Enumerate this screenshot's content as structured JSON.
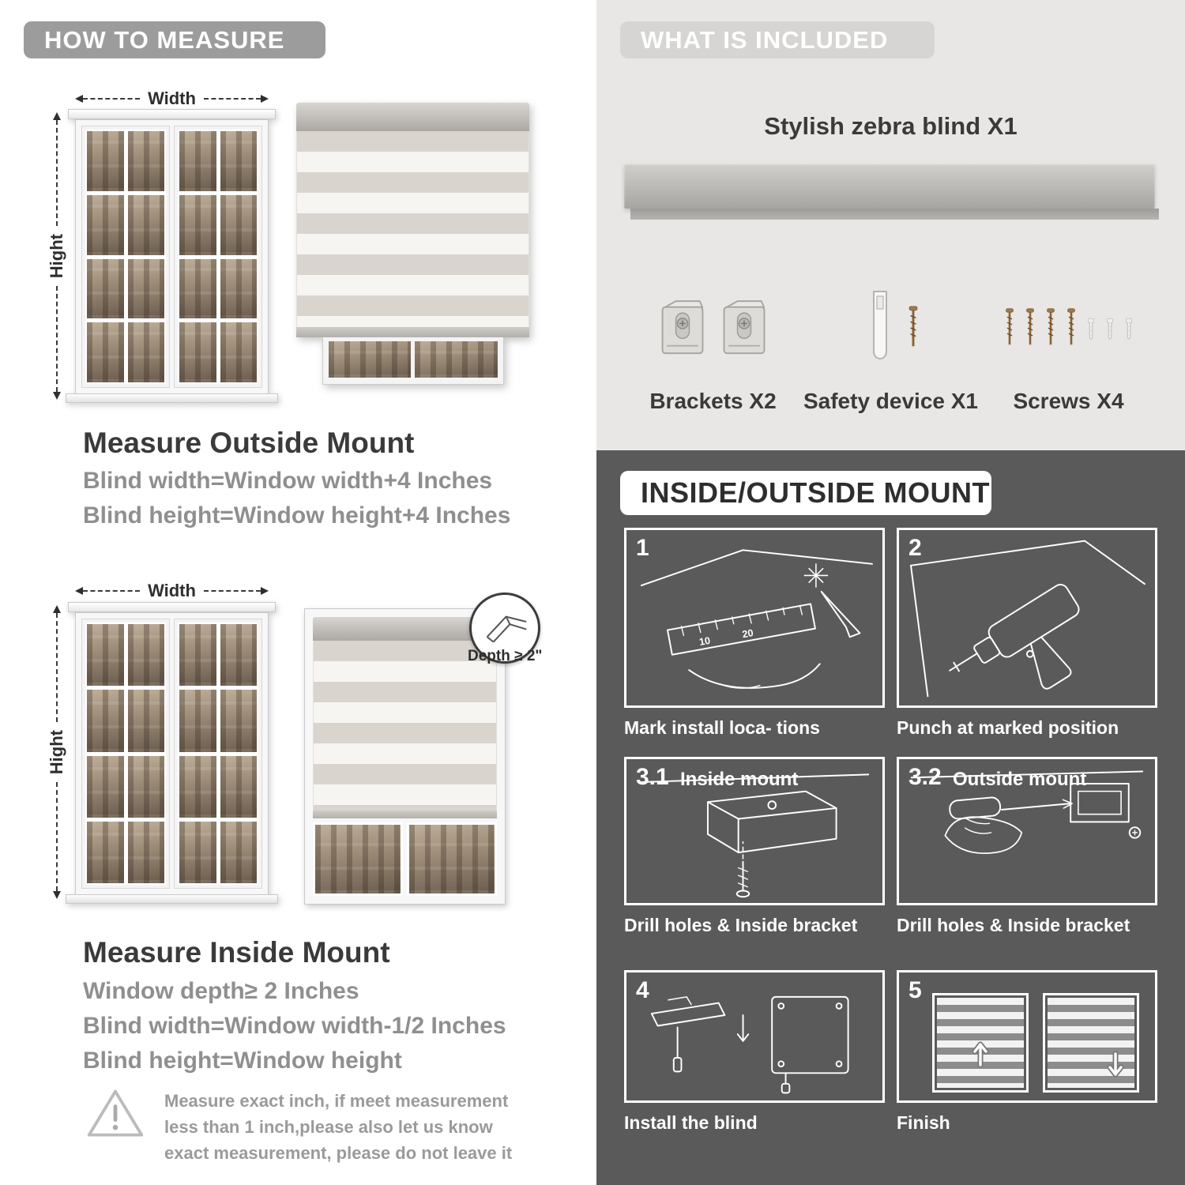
{
  "colors": {
    "pill-gray": "#9c9c9c",
    "pill-light": "#d6d5d3",
    "bg-light": "#e8e7e5",
    "bg-dark": "#5a5a5a",
    "heading": "#3a3a3a",
    "body-gray": "#8f8f8f",
    "stripe-opaque": "#d9d5ce",
    "stripe-sheer": "#f7f5f1"
  },
  "how_to_measure": {
    "header": "HOW TO MEASURE",
    "outside": {
      "width_label": "Width",
      "height_label": "Hight",
      "title": "Measure Outside Mount",
      "lines": [
        "Blind width=Window width+4 Inches",
        "Blind height=Window height+4 Inches"
      ]
    },
    "inside": {
      "width_label": "Width",
      "height_label": "Hight",
      "depth_callout": "Depth ≥ 2\"",
      "title": "Measure Inside Mount",
      "lines": [
        "Window depth≥ 2 Inches",
        "Blind width=Window width-1/2 Inches",
        "Blind height=Window height"
      ]
    },
    "note": "Measure exact inch, if meet measurement less than 1 inch,please also let us know exact measurement, please do not leave it"
  },
  "included": {
    "header": "WHAT IS INCLUDED",
    "product_label": "Stylish zebra blind X1",
    "items": [
      {
        "label": "Brackets X2"
      },
      {
        "label": "Safety device X1"
      },
      {
        "label": "Screws X4"
      }
    ]
  },
  "mount_steps": {
    "header": "INSIDE/OUTSIDE MOUNT",
    "panel1_ruler": [
      "10",
      "20"
    ],
    "steps": [
      {
        "num": "1",
        "sub": "",
        "caption": "Mark install loca- tions"
      },
      {
        "num": "2",
        "sub": "",
        "caption": "Punch at  marked position"
      },
      {
        "num": "3.1",
        "sub": "Inside mount",
        "caption": "Drill holes &  Inside bracket"
      },
      {
        "num": "3.2",
        "sub": "Outside mount",
        "caption": "Drill holes &  Inside bracket"
      },
      {
        "num": "4",
        "sub": "",
        "caption": "Install the blind"
      },
      {
        "num": "5",
        "sub": "",
        "caption": "Finish"
      }
    ]
  }
}
